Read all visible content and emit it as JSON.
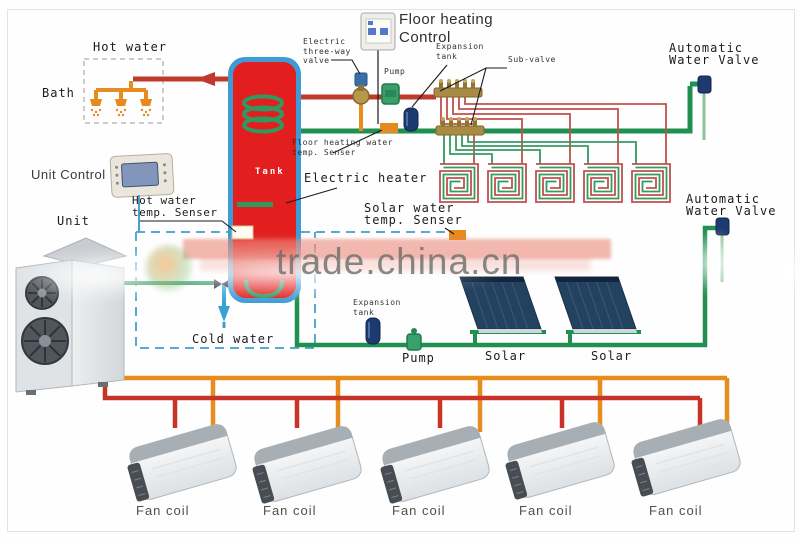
{
  "diagram": {
    "watermark_text": "trade.china.cn",
    "labels": {
      "hot_water": "Hot water",
      "bath": "Bath",
      "unit_control": "Unit Control",
      "unit": "Unit",
      "hot_water_temp_senser": "Hot water\ntemp. Senser",
      "cold_water": "Cold water",
      "tank": "Tank",
      "electric_heater": "Electric heater",
      "floor_heating_control": "Floor heating\nControl",
      "electric_three_way_valve": "Electric\nthree-way\nvalve",
      "pump_top": "Pump",
      "expansion_tank_top": "Expansion\ntank",
      "sub_valve": "Sub-valve",
      "floor_heating_water_temp_senser": "Floor heating water\ntemp. Senser",
      "automatic_water_valve_top": "Automatic\nWater Valve",
      "automatic_water_valve_right": "Automatic\nWater Valve",
      "solar_water_temp_senser": "Solar water\ntemp. Senser",
      "expansion_tank_bottom": "Expansion\ntank",
      "pump_bottom": "Pump",
      "solar_left": "Solar",
      "solar_right": "Solar",
      "fan_coils": [
        "Fan coil",
        "Fan coil",
        "Fan coil",
        "Fan coil",
        "Fan coil"
      ]
    },
    "colors": {
      "pipe_red": "#bf3a2b",
      "pipe_green": "#1f9050",
      "pipe_orange": "#e78c1e",
      "pipe_blue": "#35a3d6",
      "tank_red": "#e31e1e",
      "tank_border_blue": "#3d9bd5",
      "navy_component": "#1d3a70",
      "brass": "#a98b45",
      "sensor_orange": "#e8891d",
      "dashed_sensor_blue": "#5aa7d4",
      "watermark_pink": "#e77e6e"
    }
  }
}
